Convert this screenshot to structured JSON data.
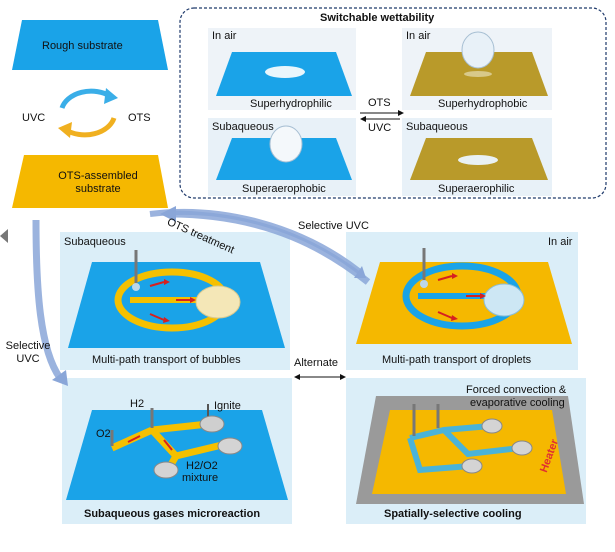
{
  "substrates": {
    "rough": "Rough substrate",
    "ots": "OTS-assembled substrate",
    "uvc": "UVC",
    "ots_short": "OTS"
  },
  "wettability": {
    "title": "Switchable wettability",
    "in_air_1": "In air",
    "in_air_2": "In air",
    "subaqueous_1": "Subaqueous",
    "subaqueous_2": "Subaqueous",
    "superhydrophilic": "Superhydrophilic",
    "superhydrophobic": "Superhydrophobic",
    "superaerophobic": "Superaerophobic",
    "superaerophilic": "Superaerophilic",
    "ots_arrow": "OTS",
    "uvc_arrow": "UVC"
  },
  "flow": {
    "ots_treatment": "OTS treatment",
    "selective_uvc_top": "Selective UVC",
    "selective_uvc_left": "Selective UVC",
    "alternate": "Alternate"
  },
  "bubbles_panel": {
    "label": "Subaqueous",
    "caption": "Multi-path transport of bubbles"
  },
  "droplets_panel": {
    "label": "In air",
    "caption": "Multi-path transport of droplets"
  },
  "reaction_panel": {
    "h2": "H2",
    "o2": "O2",
    "ignite": "Ignite",
    "mixture_line1": "H2/O2",
    "mixture_line2": "mixture",
    "caption": "Subaqueous gases microreaction"
  },
  "cooling_panel": {
    "note_line1": "Forced convection &",
    "note_line2": "evaporative cooling",
    "heater": "Heater",
    "caption": "Spatially-selective cooling"
  },
  "colors": {
    "blue_substrate": "#1aa3e8",
    "yellow_substrate": "#f5b800",
    "gold_substrate": "#b99a2a",
    "panel_bg": "#dbeef8",
    "flow_arrow": "#8aa6d8",
    "red_arrow": "#d62020",
    "heater_text": "#e03030",
    "dashed_border": "#1f3a6b"
  }
}
